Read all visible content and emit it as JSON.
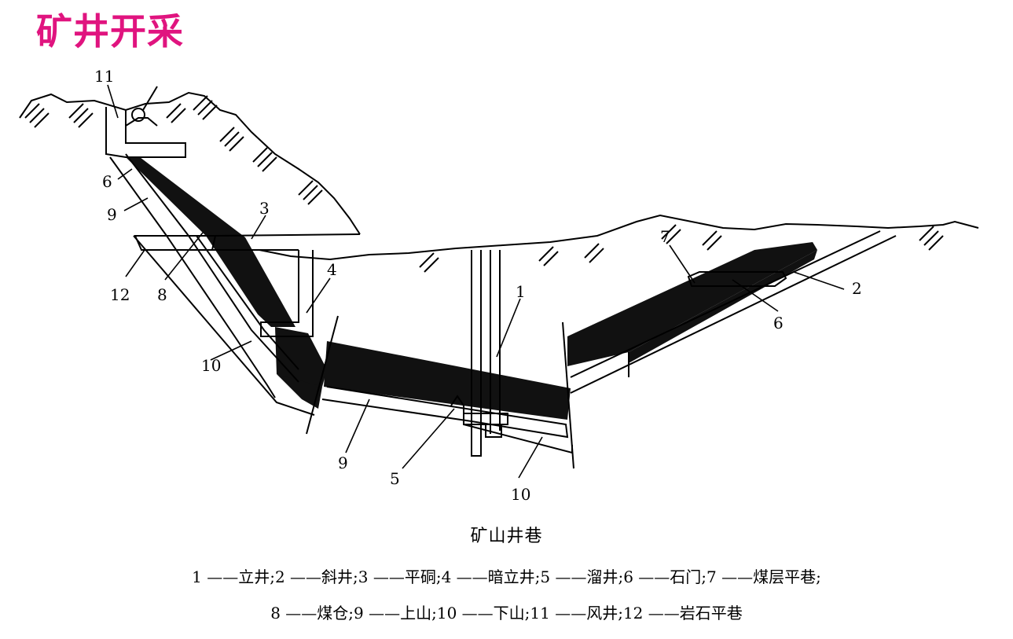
{
  "title": "矿井开采",
  "colors": {
    "title": "#e0147f",
    "seam": "#111111",
    "line": "#000000"
  },
  "diagram": {
    "caption": "矿山井巷",
    "labels": [
      "11",
      "6",
      "9",
      "3",
      "12",
      "8",
      "4",
      "1",
      "7",
      "2",
      "6",
      "10",
      "9",
      "5",
      "10"
    ],
    "legend": [
      "1 ——立井;2 ——斜井;3 ——平硐;4 ——暗立井;5 ——溜井;6 ——石门;7 ——煤层平巷;",
      "8 ——煤仓;9 ——上山;10 ——下山;11 ——风井;12 ——岩石平巷"
    ]
  }
}
